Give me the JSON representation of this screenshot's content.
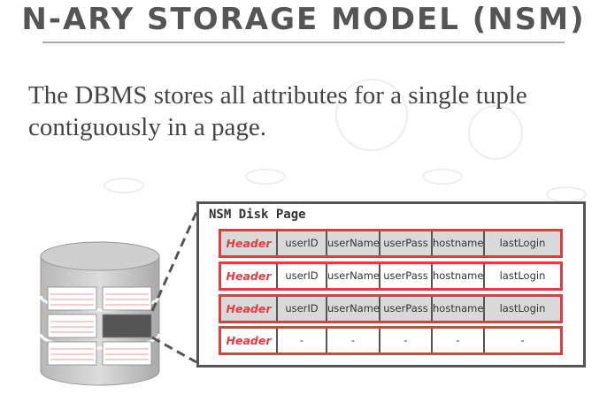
{
  "slide": {
    "title": "N-ARY STORAGE MODEL (NSM)",
    "body": "The DBMS stores all attributes for a single tuple contiguously in a page."
  },
  "nsm_page": {
    "label": "NSM Disk Page",
    "rows": [
      {
        "header": "Header",
        "cells": [
          "userID",
          "userName",
          "userPass",
          "hostname",
          "lastLogin"
        ]
      },
      {
        "header": "Header",
        "cells": [
          "userID",
          "userName",
          "userPass",
          "hostname",
          "lastLogin"
        ]
      },
      {
        "header": "Header",
        "cells": [
          "userID",
          "userName",
          "userPass",
          "hostname",
          "lastLogin"
        ]
      },
      {
        "header": "Header",
        "cells": [
          "-",
          "-",
          "-",
          "-",
          "-"
        ]
      }
    ]
  },
  "colors": {
    "accent": "#e8393f",
    "title": "#555555",
    "row_gray": "#d9d9d9"
  },
  "icons": [
    "database-icon"
  ]
}
